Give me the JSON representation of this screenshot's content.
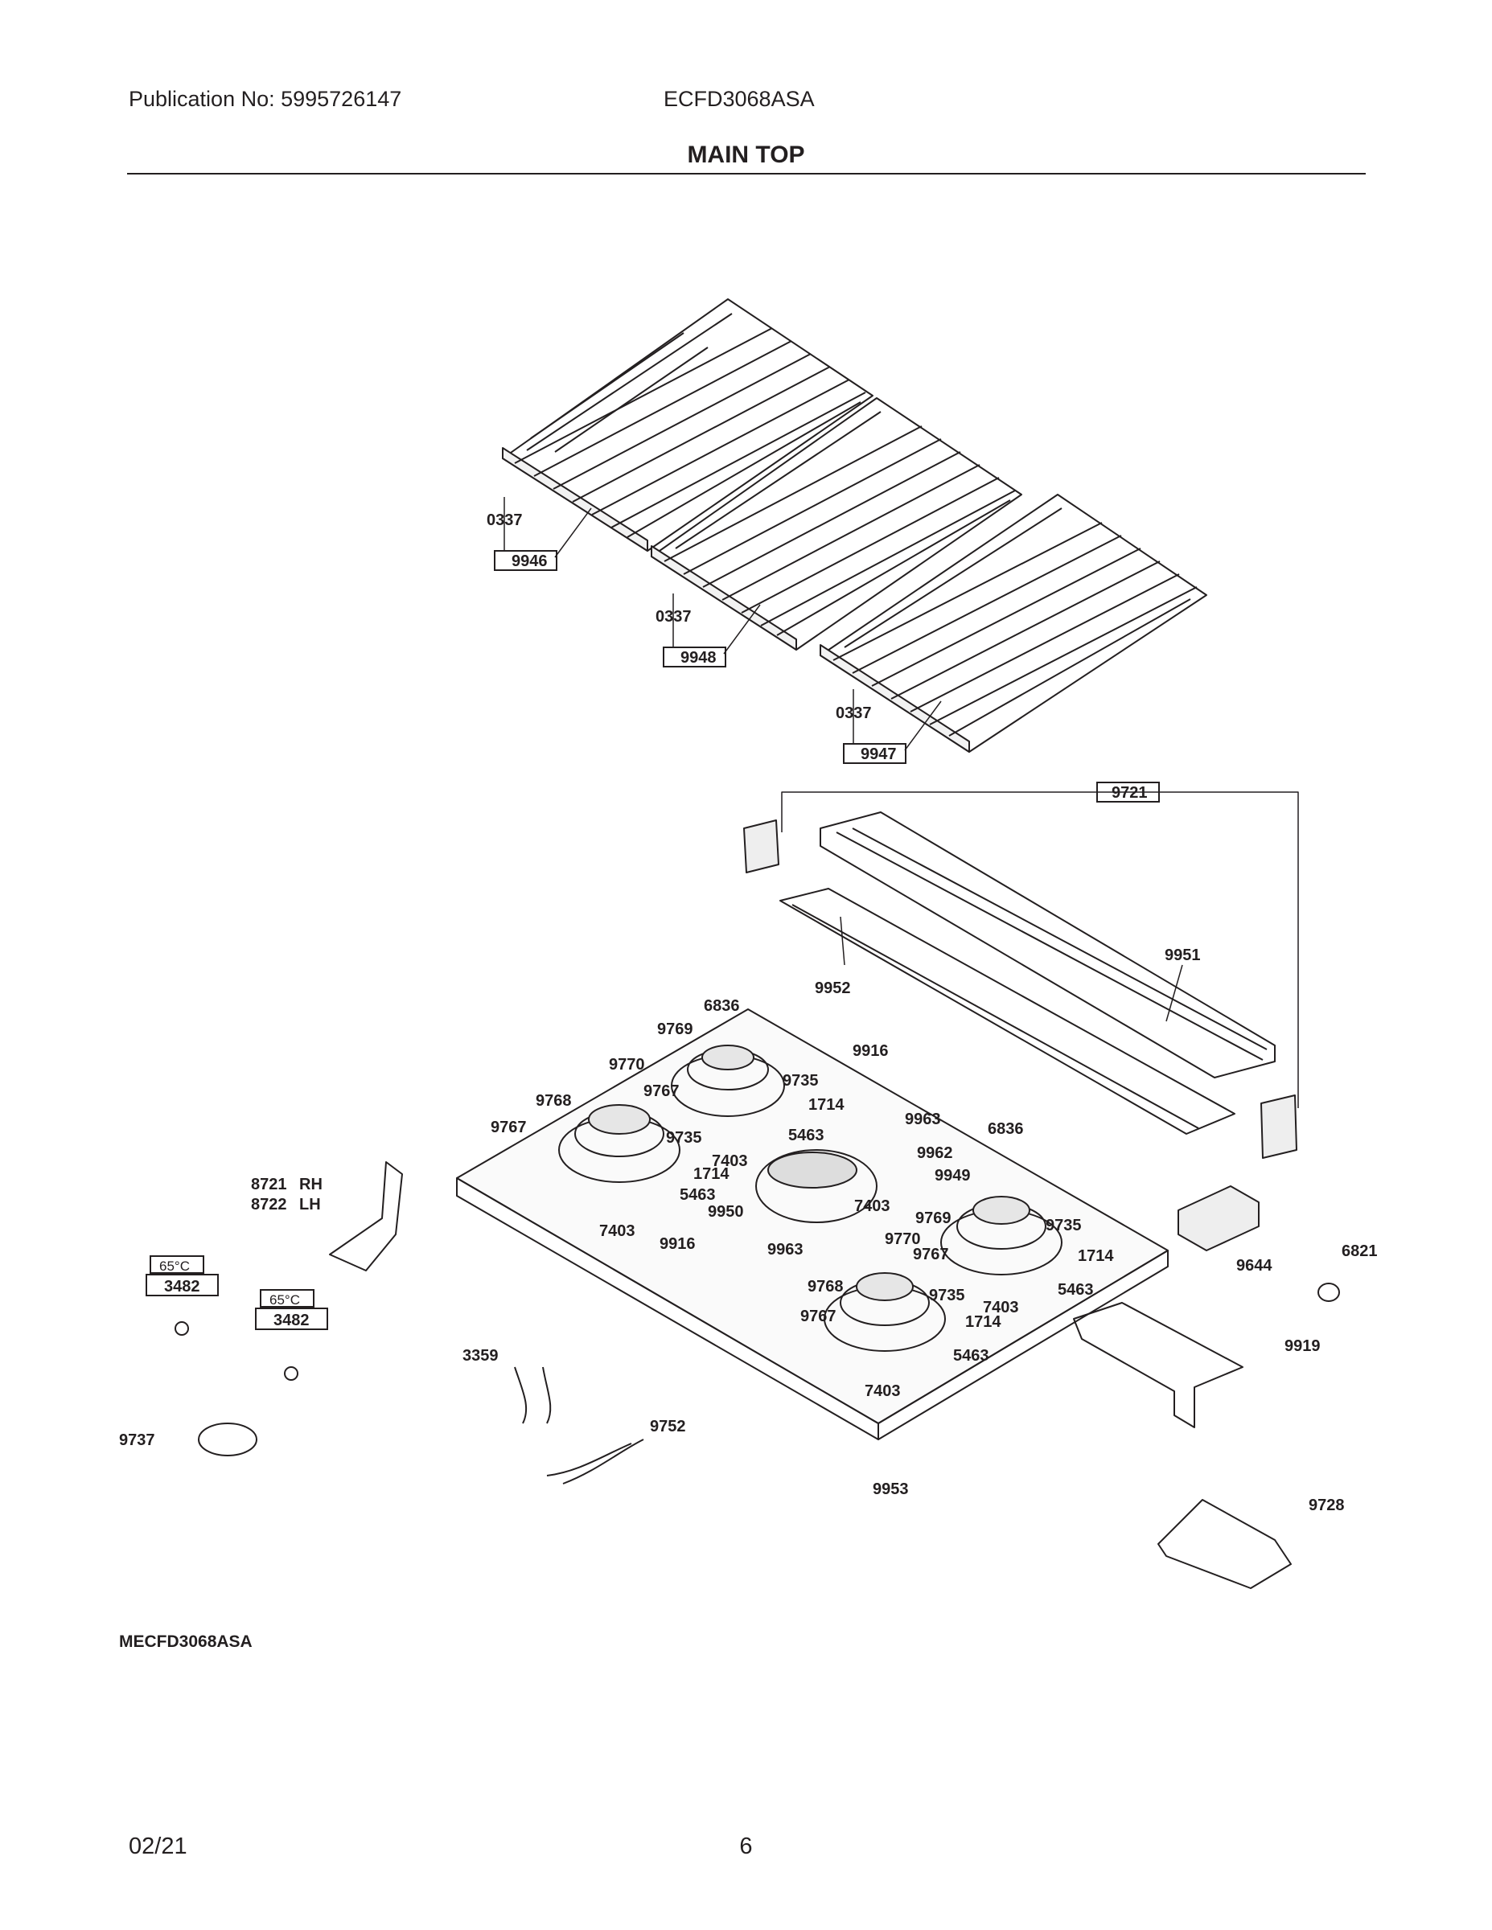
{
  "header": {
    "publication": "Publication No: 5995726147",
    "model": "ECFD3068ASA",
    "section_title": "MAIN TOP"
  },
  "callouts": {
    "c0337a": "0337",
    "c9946": "9946",
    "c0337b": "0337",
    "c9948": "9948",
    "c0337c": "0337",
    "c9947": "9947",
    "c9721": "9721",
    "c9951": "9951",
    "c9952": "9952",
    "c6836a": "6836",
    "c9769a": "9769",
    "c9916a": "9916",
    "c9770a": "9770",
    "c9735a": "9735",
    "c9767a": "9767",
    "c1714a": "1714",
    "c9768a": "9768",
    "c9963a": "9963",
    "c9767b": "9767",
    "c9735b": "9735",
    "c5463a": "5463",
    "c7403a": "7403",
    "c9962": "9962",
    "c1714b": "1714",
    "c9949": "9949",
    "c6836b": "6836",
    "c5463b": "5463",
    "c7403b": "7403",
    "c9950": "9950",
    "c7403c": "7403",
    "c9769b": "9769",
    "c9735c": "9735",
    "c9916b": "9916",
    "c9963b": "9963",
    "c9770b": "9770",
    "c9767c": "9767",
    "c1714c": "1714",
    "c9644": "9644",
    "c6821": "6821",
    "c9768b": "9768",
    "c9735d": "9735",
    "c7403d": "7403",
    "c5463c": "5463",
    "c9767d": "9767",
    "c1714d": "1714",
    "c5463d": "5463",
    "c9919": "9919",
    "c7403e": "7403",
    "c8721": "8721",
    "c8721s": "RH",
    "c8722": "8722",
    "c8722s": "LH",
    "t65a": "65°C",
    "c3482a": "3482",
    "t65b": "65°C",
    "c3482b": "3482",
    "c3359": "3359",
    "c9737": "9737",
    "c9752": "9752",
    "c9953": "9953",
    "c9728": "9728"
  },
  "footer": {
    "diagram_code": "MECFD3068ASA",
    "date": "02/21",
    "page_number": "6"
  }
}
